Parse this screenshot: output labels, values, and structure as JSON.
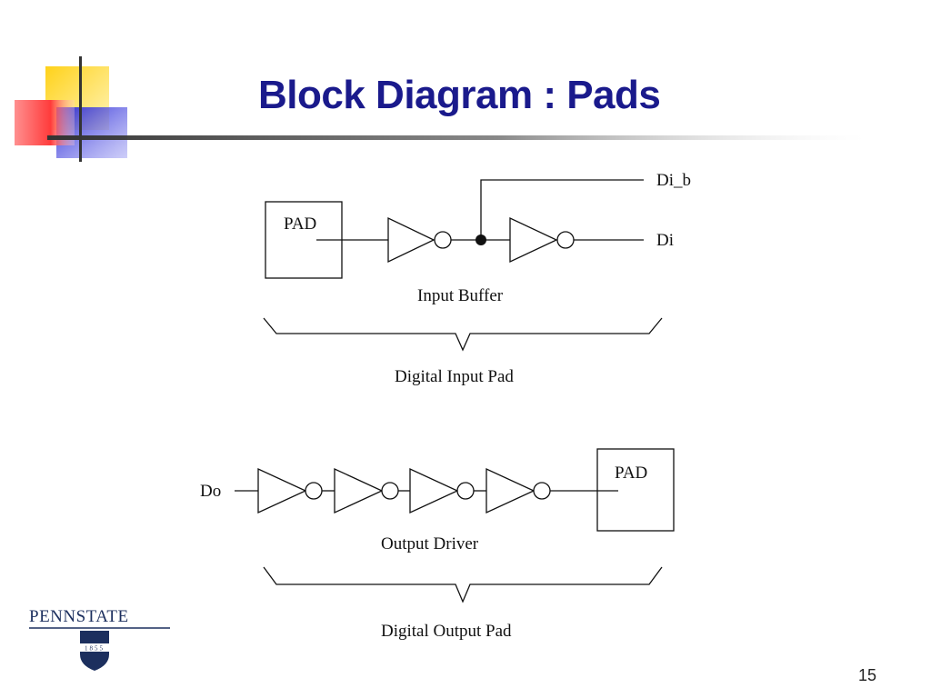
{
  "slide": {
    "title": "Block Diagram : Pads",
    "page_number": "15"
  },
  "input_pad": {
    "pad_label": "PAD",
    "output_top_label": "Di_b",
    "output_label": "Di",
    "block_label": "Input Buffer",
    "group_label": "Digital Input Pad",
    "inverter_count": 2
  },
  "output_pad": {
    "input_label": "Do",
    "pad_label": "PAD",
    "block_label": "Output Driver",
    "group_label": "Digital Output Pad",
    "inverter_count": 4
  },
  "logo": {
    "text": "PENNSTATE",
    "seal_text": "1855",
    "color": "#1c2f5e"
  },
  "colors": {
    "title": "#1a1a8c",
    "accent_yellow": "#ffd21a",
    "accent_red": "#ff3b3b",
    "accent_blue": "#2b2bd6"
  }
}
